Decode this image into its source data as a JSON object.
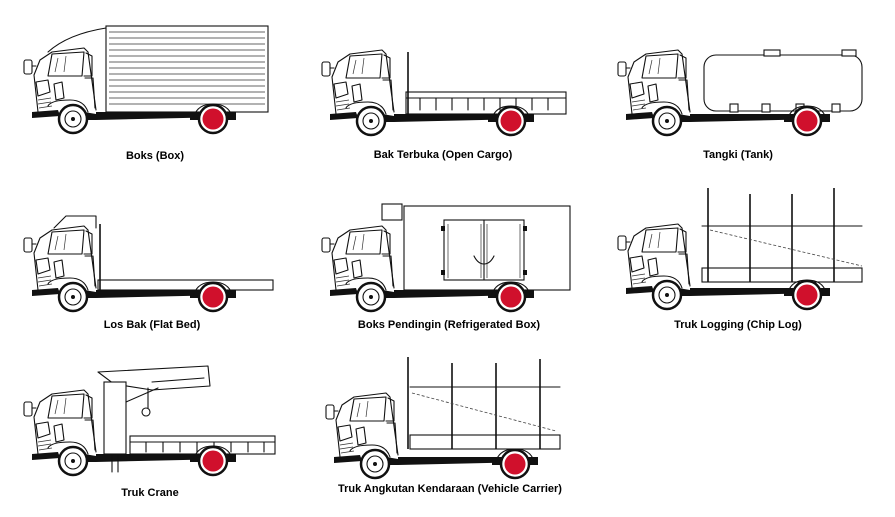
{
  "colors": {
    "accent_wheel": "#d0102c",
    "line": "#111111",
    "background": "#ffffff"
  },
  "trucks": [
    {
      "id": "box",
      "label": "Boks (Box)"
    },
    {
      "id": "open-cargo",
      "label": "Bak Terbuka (Open Cargo)"
    },
    {
      "id": "tank",
      "label": "Tangki (Tank)"
    },
    {
      "id": "flat-bed",
      "label": "Los Bak (Flat Bed)"
    },
    {
      "id": "refrigerated-box",
      "label": "Boks Pendingin (Refrigerated Box)"
    },
    {
      "id": "chip-log",
      "label": "Truk Logging (Chip Log)"
    },
    {
      "id": "crane",
      "label": "Truk Crane"
    },
    {
      "id": "vehicle-carrier",
      "label": "Truk Angkutan Kendaraan (Vehicle Carrier)"
    }
  ]
}
